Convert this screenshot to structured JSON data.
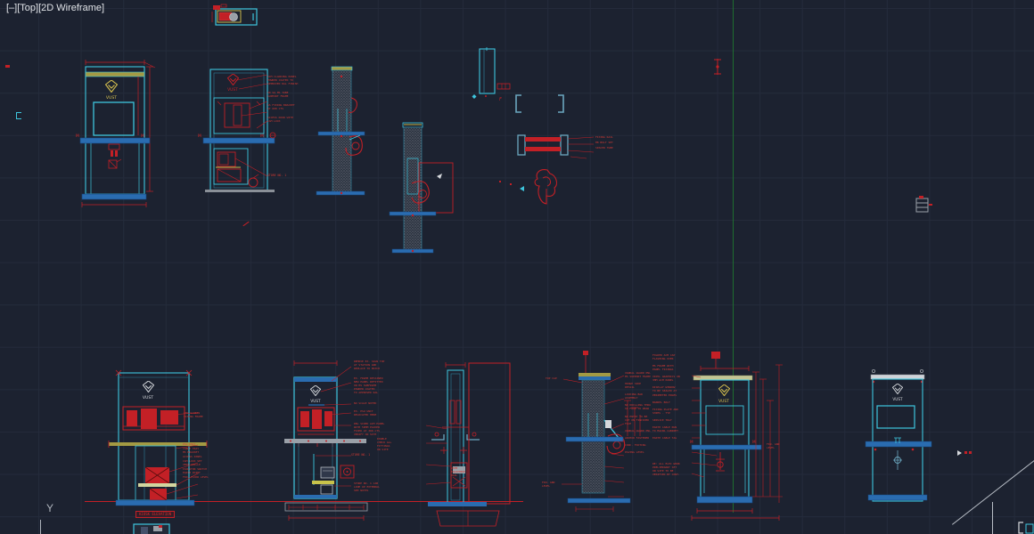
{
  "viewport": {
    "label_minimize": "[–]",
    "label_view": "[Top]",
    "label_shading": "[2D Wireframe]"
  },
  "axis_gizmo": {
    "y_label": "Y"
  },
  "logo": {
    "brand": "VUST"
  },
  "marks": {
    "m_bolt": "M",
    "f_mark": "F"
  },
  "colors": {
    "background": "#1c2230",
    "grid": "#242b3b",
    "cyan_outline": "#3ec6de",
    "steel_blue": "#6ba7bf",
    "red": "#d22828",
    "blue_bar": "#2a6cb0",
    "olive_band": "#a39a43",
    "logo_yellow": "#d6c04f",
    "white": "#d5d8dc",
    "green_axis": "#1f7a2f",
    "gray": "#9aa0a8"
  },
  "titles": {
    "kiosk_elevation": "KIOSK ELEVATION"
  },
  "annotations": {
    "c1": "ACM CLADDING PANEL\nPOWDER COATED TO\nAPPROVED RAL FINISH",
    "c2": "50 SQ MS TUBE\nSUPPORT FRAME",
    "c3": "SS FIXING BRACKET\nAT 600 CTS",
    "c4": "ACCESS DOOR WITH\nCAM LOCK",
    "c_store": "STORE NO. 1",
    "beam": "FIXING RAIL\nM8 BOLT SET\nSPACER TUBE",
    "k_screen": "LED SCREEN\nFIXING FRAME",
    "k_col": "PSU UNIT\nCABLE TRAY\nMS BRACKET\nACCESS PANEL\nCAM LOCK SET\nVENT GRILLE\nISOLATOR SWITCH\nEARTH POINT\nFIN. FLOOR LEVEL",
    "l1": "REMOVE EX. SIGN TOP\nAT STATION AND\nREPLACE TO MATCH",
    "l2": "EX. FRAME RETAINED\nNEW PANEL REFITTED\nON MS SUBFRAME\nPOWDER COATED\nTO APPROVED RAL",
    "l3": "NO SCALE NOTED",
    "l4": "EX. PSU UNIT\nRELOCATED HERE",
    "l5": "DBL SIDED ACM PANEL\nWITH 50MM PACKER\nFIXED AT 300 CTS\nVERIFY ON SITE",
    "l_store": "STORE NO. 1",
    "l6": "STORE NO. 1 CAB\nLINE UP EXTERNAL\nSEE NOTES",
    "l_iso": "DOUBLE\nCHECK ALL\nFITTINGS\nON SITE",
    "m1": "25MM\nEQUIPMENT\nRAIL",
    "n_left_top": "TOP CAP",
    "n_left_bot": "FIN. GND\nLEVEL",
    "n_right": "VANDAL GUARD PNL\nMS SUPPORT FRAME\n\nHINGE SIDE\nDETAIL\n\nLOCKING BAR\nASSEMBLY\n\nNO DRILLING THRU\nSS FACE TO REAR\n\nNO ENTRY TO BE\nCUT ON FINISHED\nFACE\n\nVANDAL GUARD PNL\n\nANCHOR FASTENER\n\nCONC. FOOTING\n\nPAVING LEVEL",
    "o_left": "FOLDED ACM CAP\nFLASHING OVER\n\nMS FRAME WITH\nPANEL FIXINGS\n\nVINYL GRAPHICS ON\n3MM ACM PANEL\n\nDISPLAY WINDOW\nTO BE SEALED AT\nPERIMETER EDGES\n\nBARREL BOLT\n\nFIXING PLATE AND\nSHIMS - TYP\n\nSERVICE TRAY\n\nEARTH CABLE RUN\nTO MAINS CABINET\n\nEARTH CABLE TAG",
    "o_left2": "RE: ALL ELEC WORK\nPRELIMINARY SET\nON SITE TO BE\nVERIFIED BY CONT.",
    "o_right": "FIN. GND\nLEVEL"
  }
}
